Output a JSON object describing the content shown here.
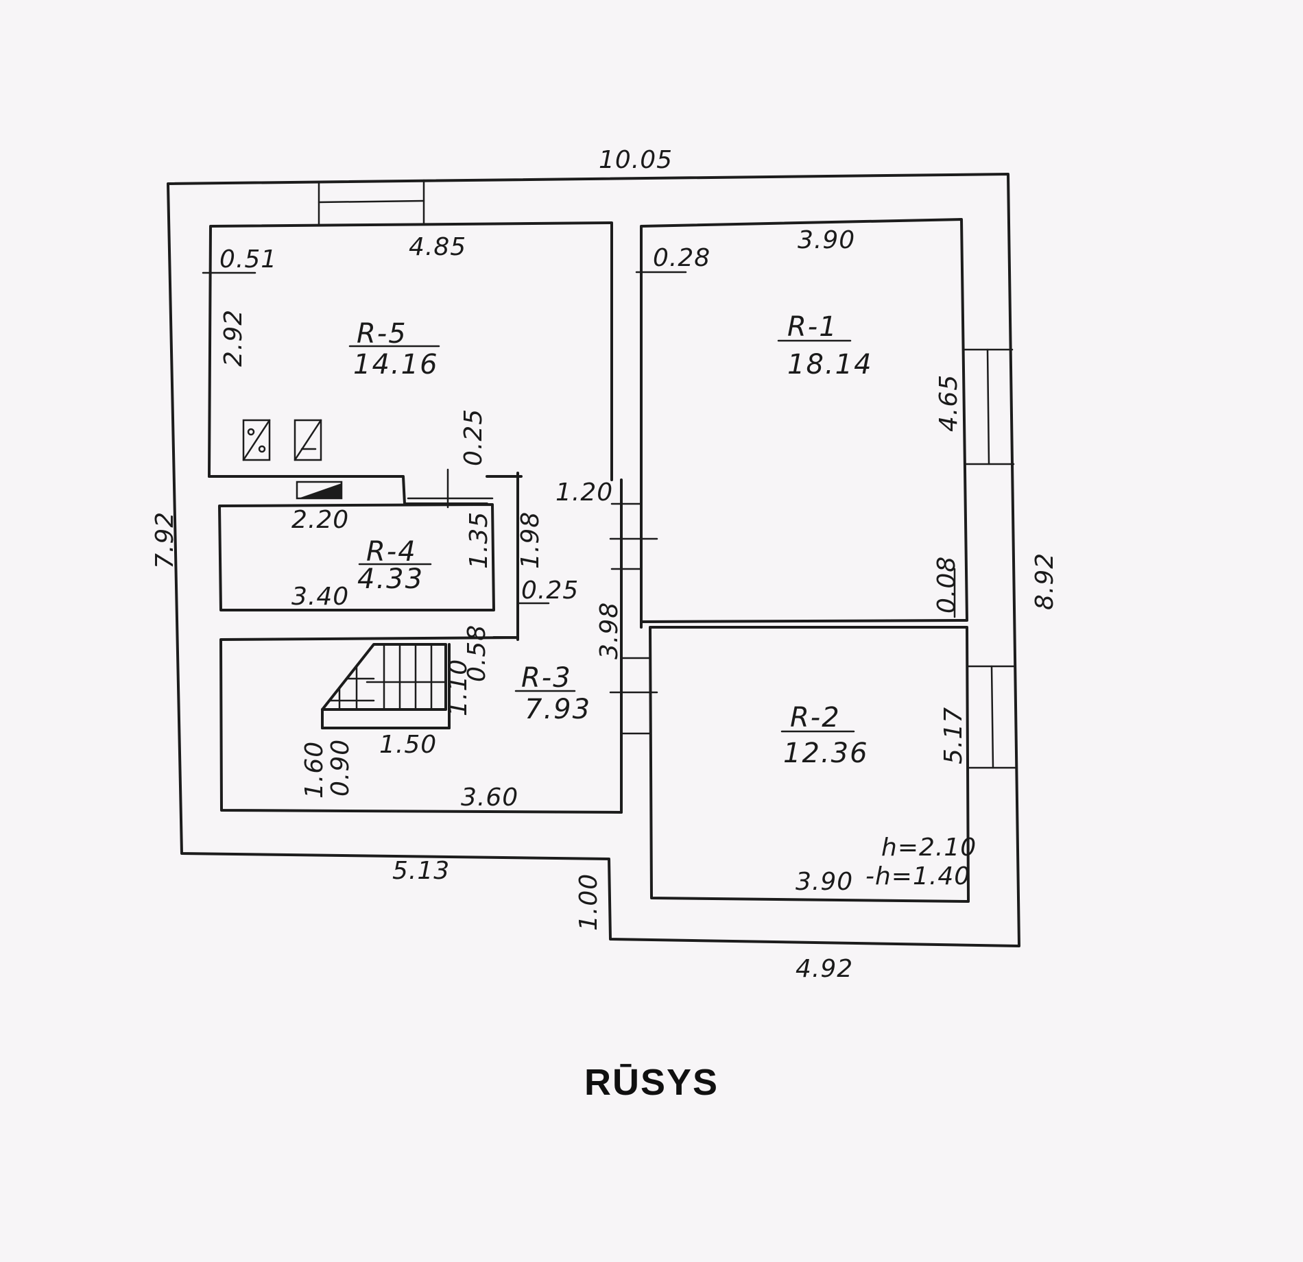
{
  "caption": "RŪSYS",
  "rooms": [
    {
      "id": "R-5",
      "area": "14.16"
    },
    {
      "id": "R-1",
      "area": "18.14"
    },
    {
      "id": "R-4",
      "area": "4.33"
    },
    {
      "id": "R-3",
      "area": "7.93"
    },
    {
      "id": "R-2",
      "area": "12.36"
    }
  ],
  "dimensions": {
    "overall_width": "10.05",
    "overall_left_height": "7.92",
    "overall_right_height": "8.92",
    "bottom_left": "5.13",
    "bottom_right": "4.92",
    "step_height": "1.00",
    "r5_width": "4.85",
    "r5_height": "2.92",
    "r5_wall": "0.51",
    "r1_width": "3.90",
    "r1_height": "4.65",
    "r1_wall": "0.28",
    "partition_r1_r2": "0.08",
    "r2_width": "3.90",
    "r2_height": "5.17",
    "ceiling_height": "h=2.10",
    "ceiling_low": "-h=1.40",
    "hall_gap": "1.20",
    "hall_wall_top": "0.25",
    "r4_top": "2.20",
    "r4_width": "3.40",
    "r4_height": "1.35",
    "hall_height": "1.98",
    "hall_wall_mid": "0.25",
    "r3_height": "3.98",
    "r3_width": "3.60",
    "stair_width": "1.50",
    "stair_depth": "1.10",
    "stair_offset": "0.58",
    "stair_landing": "1.60",
    "stair_sub": "0.90"
  }
}
